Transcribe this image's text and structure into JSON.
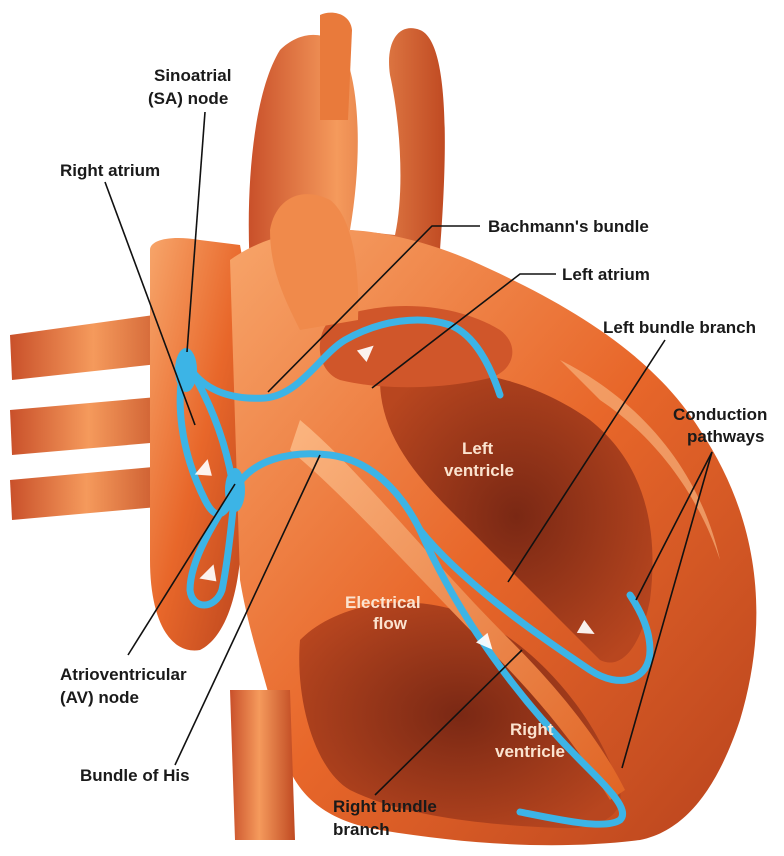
{
  "labels": {
    "sa_node_line1": "Sinoatrial",
    "sa_node_line2": "(SA) node",
    "right_atrium": "Right atrium",
    "bachmanns_bundle": "Bachmann's bundle",
    "left_atrium": "Left atrium",
    "left_bundle_branch": "Left bundle branch",
    "conduction_line1": "Conduction",
    "conduction_line2": "pathways",
    "av_node_line1": "Atrioventricular",
    "av_node_line2": "(AV) node",
    "bundle_of_his": "Bundle of His",
    "right_bundle_line1": "Right bundle",
    "right_bundle_line2": "branch"
  },
  "inner_labels": {
    "left_ventricle_line1": "Left",
    "left_ventricle_line2": "ventricle",
    "electrical_line1": "Electrical",
    "electrical_line2": "flow",
    "right_ventricle_line1": "Right",
    "right_ventricle_line2": "ventricle"
  },
  "colors": {
    "heart_main": "#e8672a",
    "heart_light": "#f59a5c",
    "heart_dark": "#a8381a",
    "conduction_path": "#3cb4e6"
  }
}
